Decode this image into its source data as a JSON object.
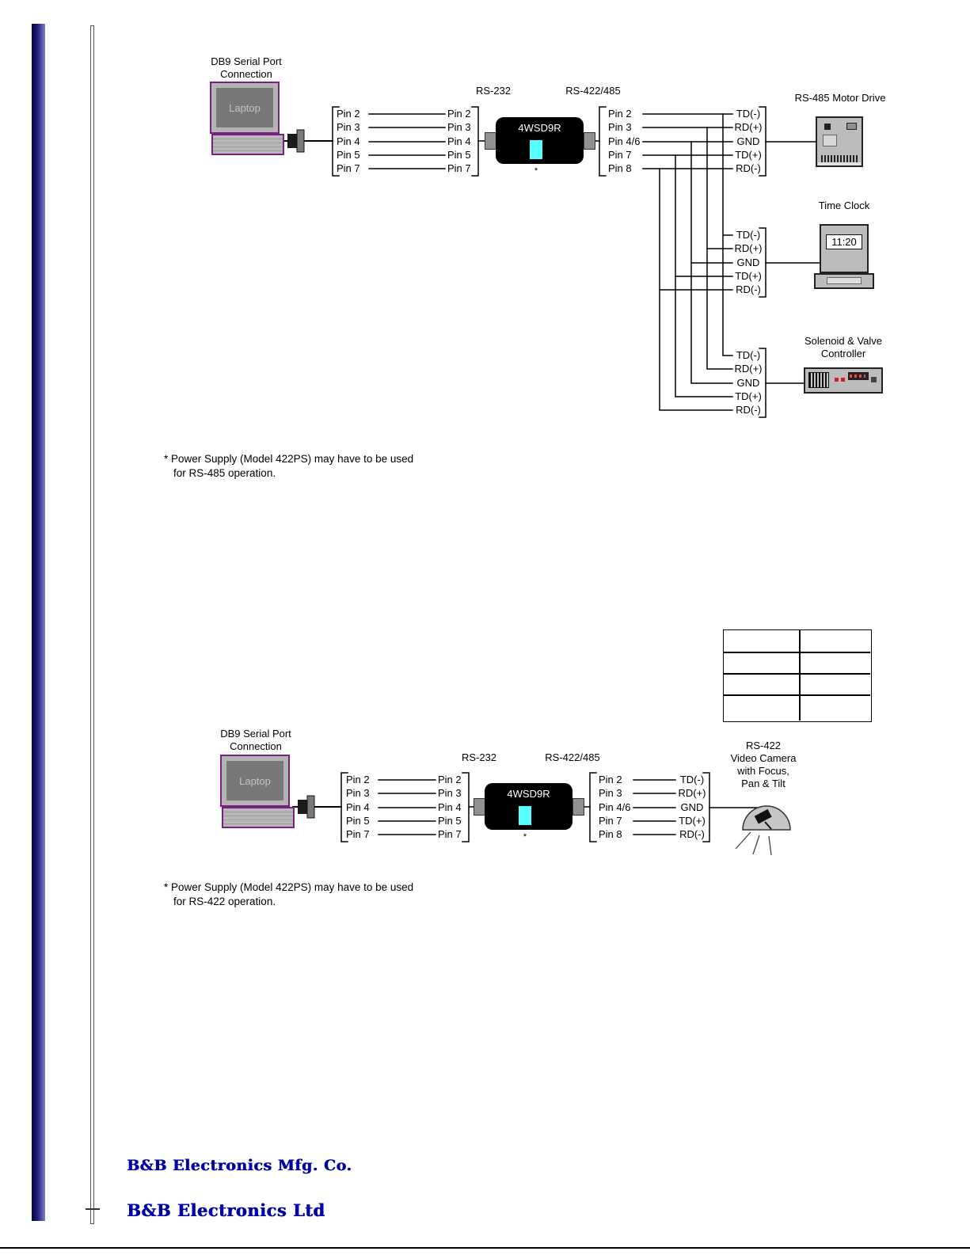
{
  "colors": {
    "laptop_outline": "#7a2082",
    "converter_body": "#000000",
    "converter_indicator": "#55ffff",
    "logo_blue": "#0000a6"
  },
  "top_diagram": {
    "source_title_line1": "DB9 Serial Port",
    "source_title_line2": "Connection",
    "laptop_label": "Laptop",
    "rs232_label": "RS-232",
    "rs422_label": "RS-422/485",
    "converter_label": "4WSD9R",
    "footnote_mark": "*",
    "left_pins": [
      "Pin 2",
      "Pin 3",
      "Pin 4",
      "Pin 5",
      "Pin 7"
    ],
    "mid_pins": [
      "Pin 2",
      "Pin 3",
      "Pin 4",
      "Pin 5",
      "Pin 7"
    ],
    "right_pins": [
      "Pin 2",
      "Pin 3",
      "Pin 4/6",
      "Pin 7",
      "Pin 8"
    ],
    "terminals": [
      "TD(-)",
      "RD(+)",
      "GND",
      "TD(+)",
      "RD(-)"
    ],
    "motor_drive_title": "RS-485 Motor Drive",
    "time_clock_title": "Time Clock",
    "time_clock_display": "11:20",
    "solenoid_title_line1": "Solenoid & Valve",
    "solenoid_title_line2": "Controller",
    "note_line1": "* Power Supply (Model 422PS) may have to be used",
    "note_line2": "for RS-485 operation."
  },
  "bottom_diagram": {
    "source_title_line1": "DB9 Serial Port",
    "source_title_line2": "Connection",
    "laptop_label": "Laptop",
    "rs232_label": "RS-232",
    "rs422_label": "RS-422/485",
    "converter_label": "4WSD9R",
    "footnote_mark": "*",
    "left_pins": [
      "Pin 2",
      "Pin 3",
      "Pin 4",
      "Pin 5",
      "Pin 7"
    ],
    "mid_pins": [
      "Pin 2",
      "Pin 3",
      "Pin 4",
      "Pin 5",
      "Pin 7"
    ],
    "right_pins": [
      "Pin 2",
      "Pin 3",
      "Pin 4/6",
      "Pin 7",
      "Pin 8"
    ],
    "terminals": [
      "TD(-)",
      "RD(+)",
      "GND",
      "TD(+)",
      "RD(-)"
    ],
    "camera_title_line1": "RS-422",
    "camera_title_line2": "Video Camera",
    "camera_title_line3": "with Focus,",
    "camera_title_line4": "Pan & Tilt",
    "note_line1": "* Power Supply (Model 422PS) may have to be used",
    "note_line2": "for RS-422 operation."
  },
  "footer": {
    "logo_primary": "B&B Electronics Mfg. Co.",
    "logo_secondary": "B&B Electronics Ltd"
  }
}
